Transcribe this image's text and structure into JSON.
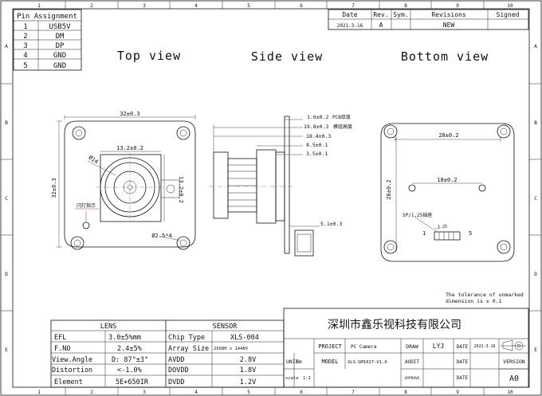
{
  "frame": {
    "columns": [
      "1",
      "2",
      "3",
      "4",
      "5",
      "6",
      "7",
      "8",
      "9",
      "10"
    ],
    "rows": [
      "A",
      "B",
      "C",
      "D",
      "E"
    ]
  },
  "pin_table": {
    "title": "Pin Assignment",
    "rows": [
      {
        "pin": "1",
        "name": "USB5V"
      },
      {
        "pin": "2",
        "name": "DM"
      },
      {
        "pin": "3",
        "name": "DP"
      },
      {
        "pin": "4",
        "name": "GND"
      },
      {
        "pin": "5",
        "name": "GND"
      }
    ]
  },
  "revision_table": {
    "headers": [
      "Date",
      "Rev.",
      "Sym.",
      "Revisions",
      "Signed"
    ],
    "row": {
      "date": "2021-3-16",
      "rev": "A",
      "sym": "",
      "revision": "NEW",
      "signed": ""
    }
  },
  "views": {
    "top": "Top view",
    "side": "Side view",
    "bottom": "Bottom view"
  },
  "top_view": {
    "width_dim": "32±0.3",
    "height_dim": "32±0.3",
    "lens_width_dim": "13.2±0.2",
    "lens_height_dim": "13.2±0.2",
    "lens_diameter": "Ø14",
    "hole_dim": "Ø2.5*4",
    "led_label": "闪灯指示"
  },
  "side_view": {
    "dims": [
      {
        "value": "1.6±0.2",
        "note": "PCB厚度"
      },
      {
        "value": "19.8±0.3",
        "note": "模组高度"
      },
      {
        "value": "18.4±0.3",
        "note": ""
      },
      {
        "value": "8.5±0.1",
        "note": ""
      },
      {
        "value": "3.5±0.1",
        "note": ""
      }
    ],
    "connector_dim": "5.1±0.3"
  },
  "bottom_view": {
    "width_dim": "28±0.2",
    "height_dim": "28±0.2",
    "mount_dim": "18±0.2",
    "connector_label": "5P/1.25插座",
    "connector_pitch": "1.25",
    "pin_start": "1",
    "pin_end": "5"
  },
  "tolerance_note": {
    "line1": "The tolerance of unmarked",
    "line2": "dimension is ± 0.1"
  },
  "lens_table": {
    "title": "LENS",
    "rows": [
      {
        "label": "EFL",
        "value": "3.0±5%mm"
      },
      {
        "label": "F.NO",
        "value": "2.4±5%"
      },
      {
        "label": "View.Angle",
        "value": "D: 87°±3°"
      },
      {
        "label": "Distortion",
        "value": "<-1.0%"
      },
      {
        "label": "Element",
        "value": "5E+650IR"
      }
    ]
  },
  "sensor_table": {
    "title": "SENSOR",
    "rows": [
      {
        "label": "Chip Type",
        "value": "XLS-004"
      },
      {
        "label": "Array Size",
        "value": "2568H x 1448V"
      },
      {
        "label": "AVDD",
        "value": "2.8V"
      },
      {
        "label": "DOVDD",
        "value": "1.8V"
      },
      {
        "label": "DVDD",
        "value": "1.2V"
      }
    ]
  },
  "title_block": {
    "company": "深圳市鑫乐视科技有限公司",
    "project_label": "PROJECT",
    "project_value": "PC Camera",
    "model_label": "MODEL",
    "model_value": "XLS-GM1027-V1.0",
    "unit_label": "UNIT",
    "unit_value": "mm",
    "scale_label": "scale",
    "scale_value": "1:1",
    "draw_label": "DRAW",
    "draw_value": "LYJ",
    "audit_label": "AUDIT",
    "approve_label": "APPROVE",
    "date_label": "DATE",
    "date_value": "2022-3-16",
    "version_label": "VERSION",
    "version_value": "A0"
  }
}
